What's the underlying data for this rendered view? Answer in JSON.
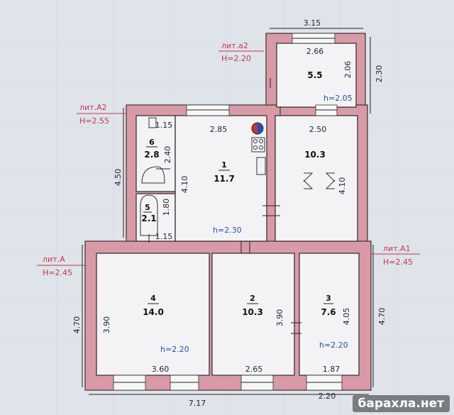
{
  "annotations": {
    "lit_a2": {
      "name": "лит.а2",
      "height": "H=2.20"
    },
    "lit_A2": {
      "name": "лит.А2",
      "height": "H=2.55"
    },
    "lit_A": {
      "name": "лит.А",
      "height": "H=2.45"
    },
    "lit_A1": {
      "name": "лит.А1",
      "height": "H=2.45"
    }
  },
  "rooms": {
    "r1": {
      "number": "1",
      "area": "11.7"
    },
    "r2": {
      "number": "2",
      "area": "10.3"
    },
    "r3": {
      "number": "3",
      "area": "7.6"
    },
    "r4": {
      "number": "4",
      "area": "14.0"
    },
    "r5": {
      "number": "5",
      "area": "2.1"
    },
    "r6": {
      "number": "6",
      "area": "2.8"
    },
    "r7": {
      "area": "10.3"
    },
    "r8": {
      "area": "5.5"
    }
  },
  "heights": {
    "h_r8": "h=2.05",
    "h_r1": "h=2.30",
    "h_r4": "h=2.20",
    "h_r3": "h=2.20"
  },
  "dims": {
    "d_315": "3.15",
    "d_266": "2.66",
    "d_206": "2.06",
    "d_230": "2.30",
    "d_285": "2.85",
    "d_250": "2.50",
    "d_115a": "1.15",
    "d_240": "2.40",
    "d_450": "4.50",
    "d_410a": "4.10",
    "d_410b": "4.10",
    "d_180": "1.80",
    "d_115b": "1.15",
    "d_390a": "3.90",
    "d_390b": "3.90",
    "d_405": "4.05",
    "d_470a": "4.70",
    "d_470b": "4.70",
    "d_360": "3.60",
    "d_265": "2.65",
    "d_187": "1.87",
    "d_717": "7.17",
    "d_220": "2.20"
  },
  "watermark": "барахла.нет",
  "colors": {
    "wall": "#d99aa7",
    "annotation": "#c0394b",
    "height_text": "#2a4fa8",
    "background": "#dfe3ea"
  }
}
